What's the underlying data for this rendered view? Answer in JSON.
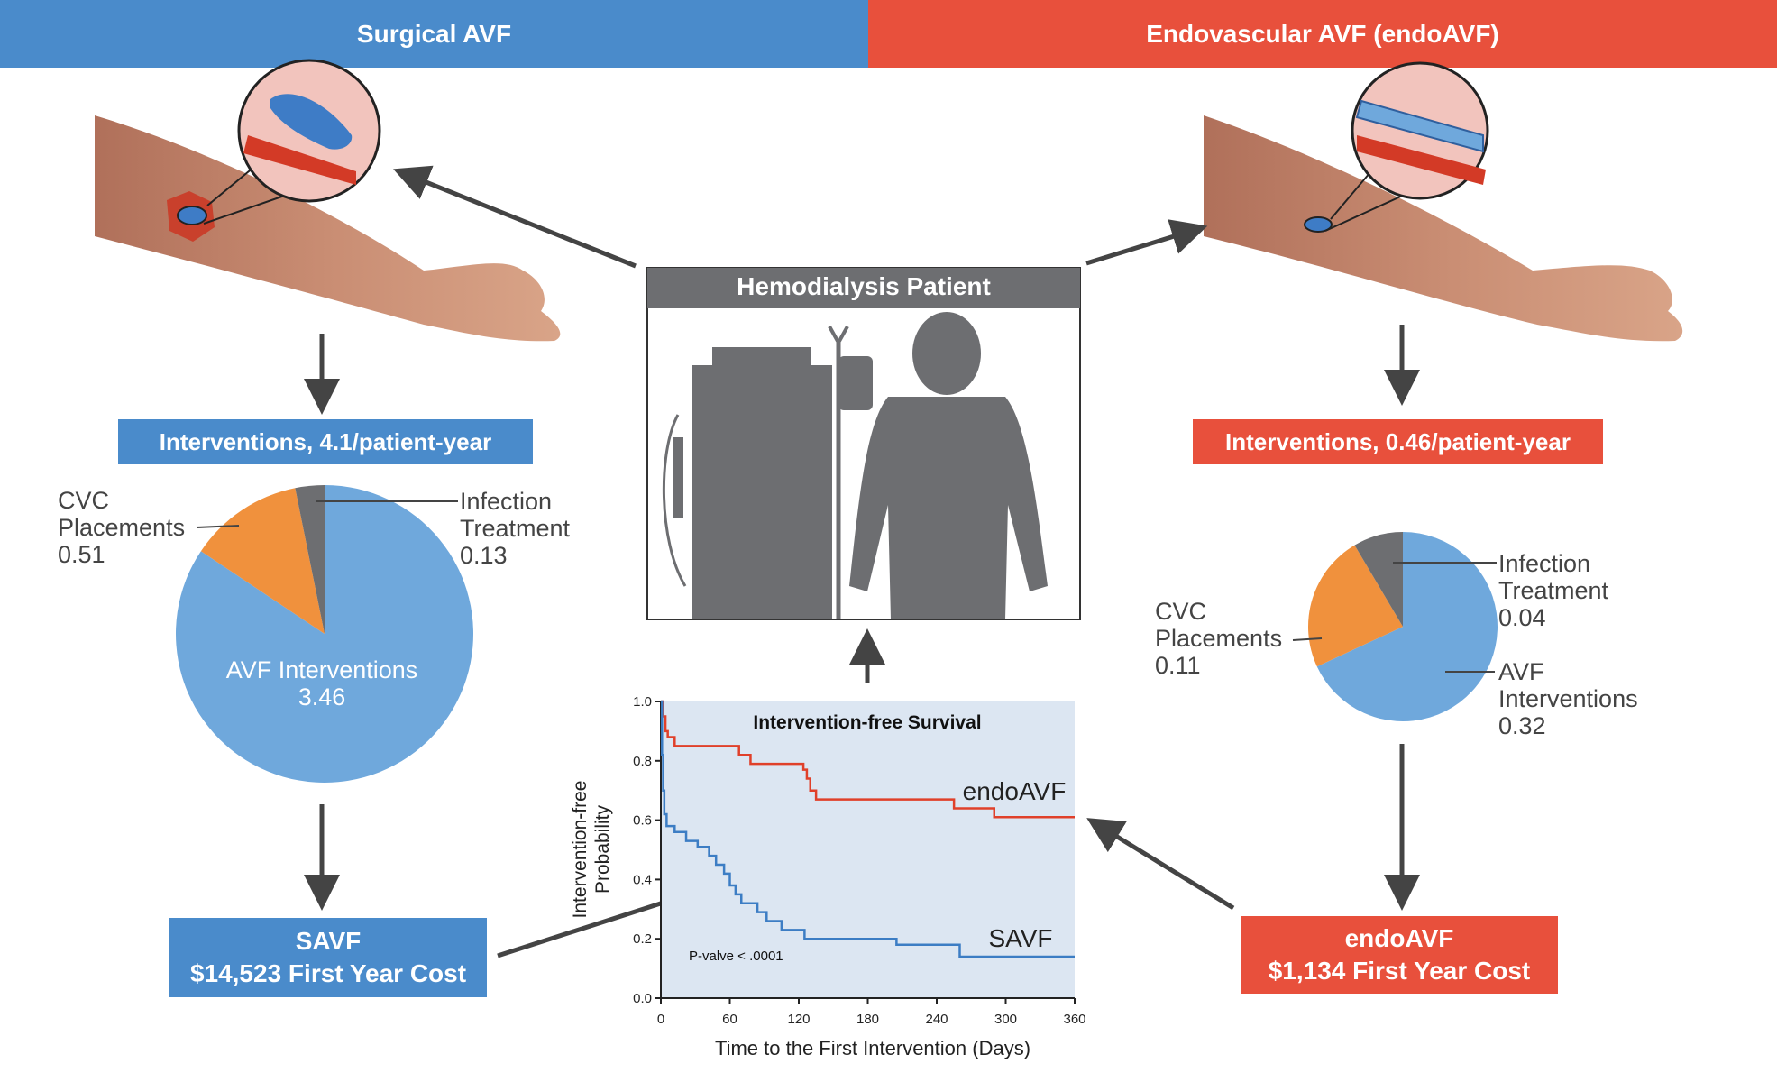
{
  "header": {
    "left_title": "Surgical AVF",
    "right_title": "Endovascular AVF (endoAVF)"
  },
  "center": {
    "patient_title": "Hemodialysis Patient"
  },
  "left": {
    "interventions_label": "Interventions, 4.1/patient-year",
    "pie": {
      "type": "pie",
      "slices": [
        {
          "name": "AVF Interventions",
          "value": 3.46,
          "color": "#6FA8DC"
        },
        {
          "name": "CVC Placements",
          "value": 0.51,
          "color": "#F0913D"
        },
        {
          "name": "Infection Treatment",
          "value": 0.13,
          "color": "#6D6E71"
        }
      ]
    },
    "labels": {
      "cvc_line1": "CVC",
      "cvc_line2": "Placements",
      "cvc_value": "0.51",
      "infection_line1": "Infection",
      "infection_line2": "Treatment",
      "infection_value": "0.13",
      "avf_line1": "AVF Interventions",
      "avf_value": "3.46"
    },
    "cost_line1": "SAVF",
    "cost_line2": "$14,523 First Year Cost"
  },
  "right": {
    "interventions_label": "Interventions, 0.46/patient-year",
    "pie": {
      "type": "pie",
      "slices": [
        {
          "name": "AVF Interventions",
          "value": 0.32,
          "color": "#6FA8DC"
        },
        {
          "name": "CVC Placements",
          "value": 0.11,
          "color": "#F0913D"
        },
        {
          "name": "Infection Treatment",
          "value": 0.04,
          "color": "#6D6E71"
        }
      ]
    },
    "labels": {
      "infection_line1": "Infection",
      "infection_line2": "Treatment",
      "infection_value": "0.04",
      "cvc_line1": "CVC",
      "cvc_line2": "Placements",
      "cvc_value": "0.11",
      "avf_line1": "AVF",
      "avf_line2": "Interventions",
      "avf_value": "0.32"
    },
    "cost_line1": "endoAVF",
    "cost_line2": "$1,134 First Year Cost"
  },
  "colors": {
    "blue": "#4A8BCB",
    "red": "#E8503C",
    "pie_blue": "#6FA8DC",
    "pie_orange": "#F0913D",
    "gray": "#6D6E71",
    "km_bg": "#DCE6F2",
    "km_blue": "#3C7DC4",
    "km_red": "#E0402A"
  },
  "chart_data": {
    "type": "line",
    "title": "Intervention-free Survival",
    "xlabel": "Time to the First Intervention (Days)",
    "ylabel_line1": "Intervention-free",
    "ylabel_line2": "Probability",
    "xlim": [
      0,
      360
    ],
    "ylim": [
      0,
      1.0
    ],
    "xticks": [
      0,
      60,
      120,
      180,
      240,
      300,
      360
    ],
    "yticks": [
      0.0,
      0.2,
      0.4,
      0.6,
      0.8,
      1.0
    ],
    "ytick_labels": [
      "0.0",
      "0.2",
      "0.4",
      "0.6",
      "0.8",
      "1.0"
    ],
    "annotation": "P-valve < .0001",
    "series": [
      {
        "name": "endoAVF",
        "color": "#E0402A",
        "steps": [
          [
            0,
            1.0
          ],
          [
            2,
            0.95
          ],
          [
            4,
            0.9
          ],
          [
            6,
            0.88
          ],
          [
            12,
            0.85
          ],
          [
            68,
            0.82
          ],
          [
            78,
            0.79
          ],
          [
            124,
            0.77
          ],
          [
            127,
            0.74
          ],
          [
            130,
            0.7
          ],
          [
            135,
            0.67
          ],
          [
            255,
            0.64
          ],
          [
            290,
            0.61
          ],
          [
            360,
            0.61
          ]
        ]
      },
      {
        "name": "SAVF",
        "color": "#3C7DC4",
        "steps": [
          [
            0,
            1.0
          ],
          [
            1,
            0.82
          ],
          [
            2,
            0.7
          ],
          [
            3,
            0.62
          ],
          [
            5,
            0.58
          ],
          [
            12,
            0.56
          ],
          [
            22,
            0.53
          ],
          [
            32,
            0.51
          ],
          [
            42,
            0.48
          ],
          [
            48,
            0.45
          ],
          [
            55,
            0.42
          ],
          [
            60,
            0.38
          ],
          [
            65,
            0.35
          ],
          [
            70,
            0.32
          ],
          [
            84,
            0.29
          ],
          [
            92,
            0.26
          ],
          [
            105,
            0.23
          ],
          [
            125,
            0.2
          ],
          [
            205,
            0.18
          ],
          [
            260,
            0.14
          ],
          [
            360,
            0.14
          ]
        ]
      }
    ]
  }
}
